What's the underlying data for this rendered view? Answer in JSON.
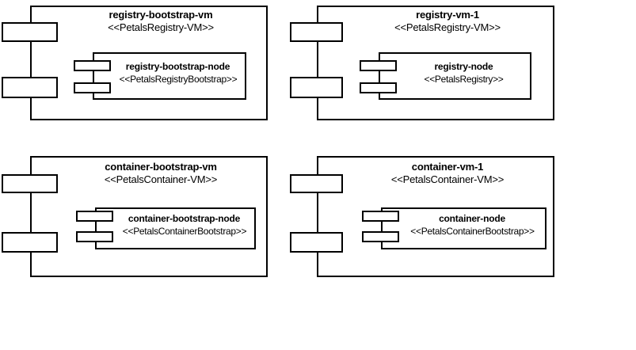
{
  "diagram": {
    "type": "uml-deployment-diagram",
    "background_color": "#ffffff",
    "stroke_color": "#000000",
    "components": [
      {
        "id": "registry-bootstrap-vm",
        "name": "registry-bootstrap-vm",
        "stereotype": "<<PetalsRegistry-VM>>",
        "icon": "uml-component-icon",
        "node": {
          "id": "registry-bootstrap-node",
          "name": "registry-bootstrap-node",
          "stereotype": "<<PetalsRegistryBootstrap>>",
          "icon": "uml-component-icon"
        }
      },
      {
        "id": "registry-vm-1",
        "name": "registry-vm-1",
        "stereotype": "<<PetalsRegistry-VM>>",
        "icon": "uml-component-icon",
        "node": {
          "id": "registry-node",
          "name": "registry-node",
          "stereotype": "<<PetalsRegistry>>",
          "icon": "uml-component-icon"
        }
      },
      {
        "id": "container-bootstrap-vm",
        "name": "container-bootstrap-vm",
        "stereotype": "<<PetalsContainer-VM>>",
        "icon": "uml-component-icon",
        "node": {
          "id": "container-bootstrap-node",
          "name": "container-bootstrap-node",
          "stereotype": "<<PetalsContainerBootstrap>>",
          "icon": "uml-component-icon"
        }
      },
      {
        "id": "container-vm-1",
        "name": "container-vm-1",
        "stereotype": "<<PetalsContainer-VM>>",
        "icon": "uml-component-icon",
        "node": {
          "id": "container-node",
          "name": "container-node",
          "stereotype": "<<PetalsContainerBootstrap>>",
          "icon": "uml-component-icon"
        }
      }
    ]
  }
}
